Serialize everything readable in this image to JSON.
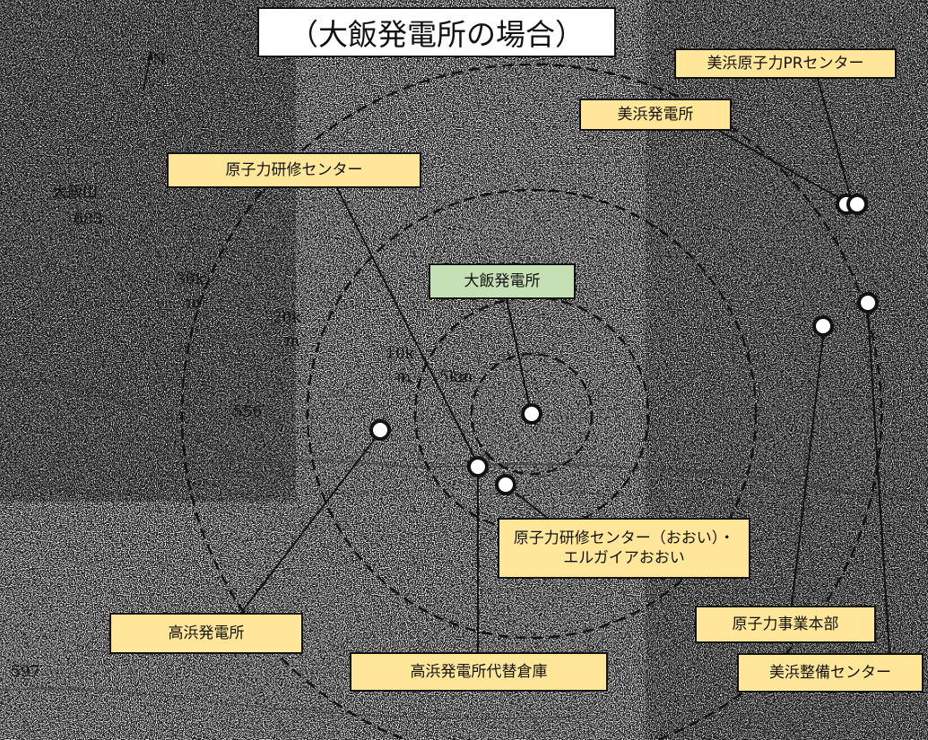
{
  "title": "（大飯発電所の場合）",
  "map_marks": {
    "north": "N",
    "place_oiyama": "大飯山",
    "elev_683": "683",
    "elev_556": "556",
    "elev_597": "597"
  },
  "rings": {
    "r30": {
      "line1": "30k",
      "line2": "m"
    },
    "r20": {
      "line1": "20k",
      "line2": "m"
    },
    "r10": {
      "line1": "10k",
      "line2": "m"
    },
    "r5": "5km"
  },
  "facilities": {
    "oi": "大飯発電所",
    "mihama_pr": "美浜原子力PRセンター",
    "mihama_plant": "美浜発電所",
    "training_center": "原子力研修センター",
    "training_oi_line1": "原子力研修センター（おおい）・",
    "training_oi_line2": "エルガイアおおい",
    "takahama_plant": "高浜発電所",
    "takahama_warehouse": "高浜発電所代替倉庫",
    "nuclear_hq": "原子力事業本部",
    "mihama_maintenance": "美浜整備センター"
  },
  "colors": {
    "label_fill": "#ffe699",
    "oi_label_fill": "#c5e0b4",
    "ring_stroke": "#111111"
  }
}
